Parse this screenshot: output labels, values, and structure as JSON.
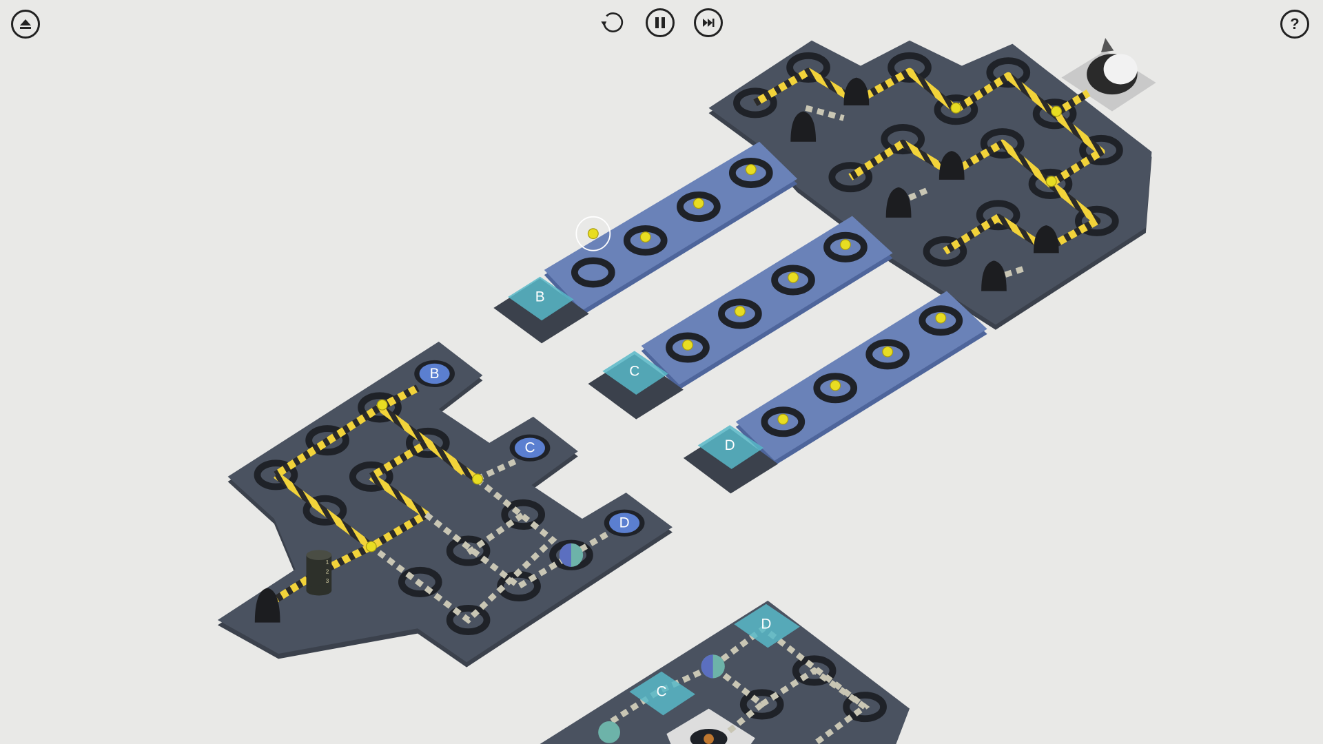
{
  "toolbar": {
    "eject": "eject-icon",
    "restart": "restart-icon",
    "pause": "pause-icon",
    "skip": "skip-forward-icon",
    "help": "?"
  },
  "tiles": {
    "gate_b": "B",
    "gate_c": "C",
    "gate_d": "D",
    "pad_b": "B",
    "pad_c": "C",
    "pad_d": "D",
    "gate_c2": "C",
    "gate_d2": "D"
  },
  "counter": {
    "digits": [
      "1",
      "2",
      "3"
    ]
  },
  "colors": {
    "background": "#e9e9e7",
    "board": "#4a5260",
    "strip": "#6a82b8",
    "track": "#f2d33a",
    "pad": "#5b7fd0",
    "gate": "#58b8c8"
  }
}
